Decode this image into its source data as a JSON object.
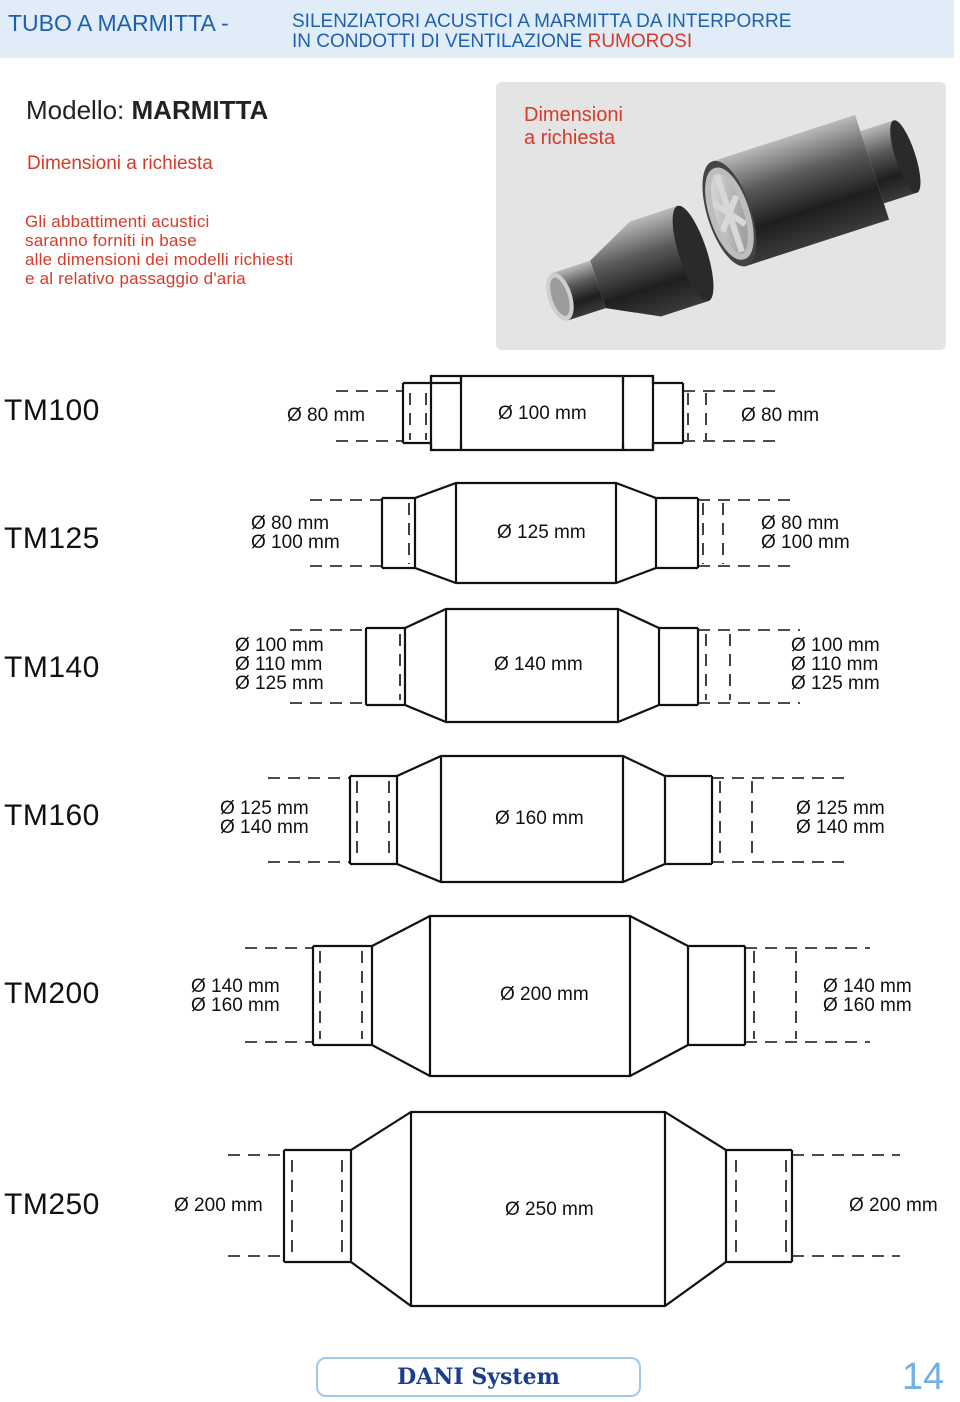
{
  "header": {
    "title": "TUBO A MARMITTA",
    "dash": "-",
    "subtitle_line1": "SILENZIATORI ACUSTICI A MARMITTA DA INTERPORRE",
    "subtitle_line2_a": "IN CONDOTTI DI VENTILAZIONE",
    "subtitle_line2_b": "RUMOROSI"
  },
  "model": {
    "label": "Modello:",
    "name": "MARMITTA",
    "dimensions": "Dimensioni a richiesta"
  },
  "note": {
    "line1": "Gli abbattimenti acustici",
    "line2": "saranno forniti in base",
    "line3": "alle dimensioni dei modelli richiesti",
    "line4": "e al relativo passaggio d'aria"
  },
  "photo": {
    "label_line1": "Dimensioni",
    "label_line2": "a richiesta"
  },
  "models": [
    {
      "code": "TM100",
      "left": [
        "Ø 80 mm"
      ],
      "center": "Ø 100 mm",
      "right": [
        "Ø 80 mm"
      ]
    },
    {
      "code": "TM125",
      "left": [
        "Ø 80 mm",
        "Ø 100 mm"
      ],
      "center": "Ø 125 mm",
      "right": [
        "Ø 80 mm",
        "Ø 100 mm"
      ]
    },
    {
      "code": "TM140",
      "left": [
        "Ø 100 mm",
        "Ø 110 mm",
        "Ø 125 mm"
      ],
      "center": "Ø 140 mm",
      "right": [
        "Ø 100 mm",
        "Ø 110 mm",
        "Ø 125 mm"
      ]
    },
    {
      "code": "TM160",
      "left": [
        "Ø 125 mm",
        "Ø 140 mm"
      ],
      "center": "Ø 160 mm",
      "right": [
        "Ø 125 mm",
        "Ø 140 mm"
      ]
    },
    {
      "code": "TM200",
      "left": [
        "Ø 140 mm",
        "Ø 160 mm"
      ],
      "center": "Ø 200 mm",
      "right": [
        "Ø 140 mm",
        "Ø 160 mm"
      ]
    },
    {
      "code": "TM250",
      "left": [
        "Ø 200 mm"
      ],
      "center": "Ø 250 mm",
      "right": [
        "Ø 200 mm"
      ]
    }
  ],
  "footer": {
    "logo": "DANI System",
    "page": "14"
  }
}
